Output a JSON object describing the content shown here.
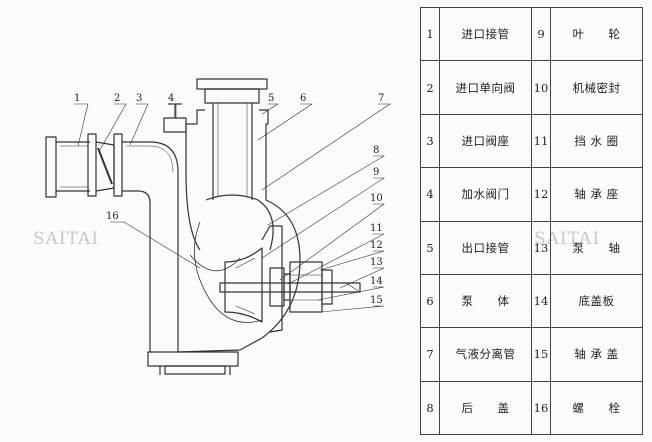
{
  "watermark": "SAITAI",
  "callouts": [
    "1",
    "2",
    "3",
    "4",
    "5",
    "6",
    "7",
    "8",
    "9",
    "10",
    "11",
    "12",
    "13",
    "14",
    "15",
    "16"
  ],
  "parts": [
    {
      "left": {
        "no": "1",
        "name": "进口接管"
      },
      "right": {
        "no": "9",
        "name": "叶　　轮"
      }
    },
    {
      "left": {
        "no": "2",
        "name": "进口单向阀"
      },
      "right": {
        "no": "10",
        "name": "机械密封"
      }
    },
    {
      "left": {
        "no": "3",
        "name": "进口阀座"
      },
      "right": {
        "no": "11",
        "name": "挡 水 圈"
      }
    },
    {
      "left": {
        "no": "4",
        "name": "加水阀门"
      },
      "right": {
        "no": "12",
        "name": "轴 承 座"
      }
    },
    {
      "left": {
        "no": "5",
        "name": "出口接管"
      },
      "right": {
        "no": "13",
        "name": "泵　　轴"
      }
    },
    {
      "left": {
        "no": "6",
        "name": "泵　　体"
      },
      "right": {
        "no": "14",
        "name": "底盖板"
      }
    },
    {
      "left": {
        "no": "7",
        "name": "气液分离管"
      },
      "right": {
        "no": "15",
        "name": "轴 承 盖"
      }
    },
    {
      "left": {
        "no": "8",
        "name": "后　　盖"
      },
      "right": {
        "no": "16",
        "name": "螺　　栓"
      }
    }
  ]
}
